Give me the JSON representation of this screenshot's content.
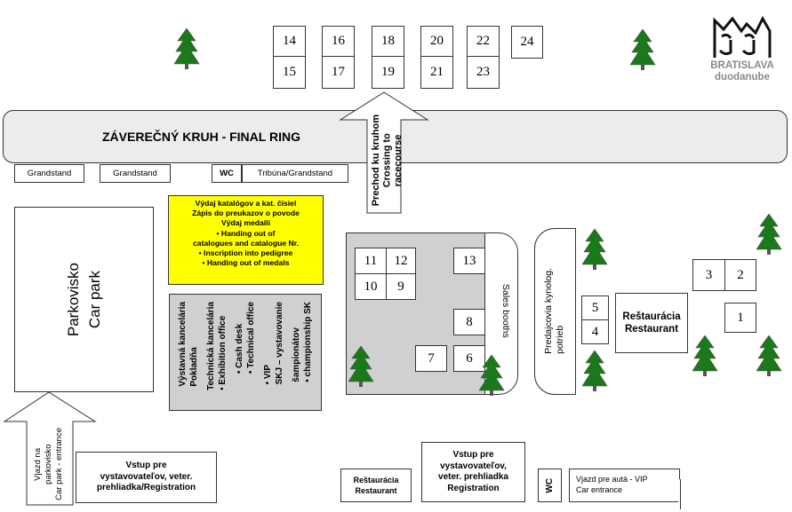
{
  "final_ring": {
    "title": "ZÁVEREČNÝ KRUH - FINAL RING"
  },
  "crossing": {
    "line1": "Prechod ku kruhom",
    "line2": "Crossing to",
    "line3": "racecourse"
  },
  "top_rings": {
    "top_row": [
      "14",
      "16",
      "18",
      "20",
      "22",
      "24"
    ],
    "bottom_row": [
      "15",
      "17",
      "19",
      "21",
      "23"
    ]
  },
  "stands": {
    "grandstand_1": "Grandstand",
    "grandstand_2": "Grandstand",
    "wc": "WC",
    "tribuna": "Tribúna/Grandstand"
  },
  "car_park": {
    "line1": "Parkovisko",
    "line2": "Car park"
  },
  "info_box": {
    "lines": [
      "Výdaj katalógov a kat. čísiel",
      "Zápis do preukazov o povode",
      "Výdaj medailí",
      "• Handing out of",
      "catalogues and catalogue Nr.",
      "• Inscription into pedigree",
      "• Handing out of medals"
    ]
  },
  "office_box": {
    "columns": [
      [
        "Výstavná kancelária",
        "Pokladňa"
      ],
      [
        "Technická kancelária",
        "• Exhibition office"
      ],
      [
        "• Cash desk",
        "• Technical office"
      ],
      [
        "• VIP",
        "SKJ – vystavovanie"
      ],
      [
        "šampionátov",
        "• championship SK"
      ]
    ]
  },
  "hall_rings": {
    "r11": "11",
    "r12": "12",
    "r10": "10",
    "r9": "9",
    "r13": "13",
    "r8": "8",
    "r7": "7",
    "r6": "6"
  },
  "sales_booths": "Sales booths",
  "predajcovia": {
    "line1": "Predajcovia kynolog.",
    "line2": "potrieb"
  },
  "right_rings": {
    "r5": "5",
    "r4": "4",
    "r3": "3",
    "r2": "2",
    "r1": "1"
  },
  "restaurant_right": {
    "line1": "Reštaurácia",
    "line2": "Restaurant"
  },
  "restaurant_bottom": {
    "line1": "Reštaurácia",
    "line2": "Restaurant"
  },
  "parking_entrance": {
    "line1": "Vjazd na",
    "line2": "parkovisko",
    "line3": "Car park - entrance"
  },
  "registration_left": {
    "line1": "Vstup pre",
    "line2": "vystavovateľov, veter.",
    "line3": "prehliadka/Registration"
  },
  "registration_mid": {
    "line1": "Vstup pre",
    "line2": "vystavovateľov,",
    "line3": "veter. prehliadka",
    "line4": "Registration"
  },
  "wc_bottom": "WC",
  "vip_entrance": {
    "line1": "Vjazd pre autá - VIP",
    "line2": "Car entrance"
  },
  "logo": {
    "line1": "BRATISLAVA",
    "line2": "duodanube"
  },
  "colors": {
    "ring": "#ececec",
    "yellow": "#ffff00",
    "grey": "#d0d0d0",
    "tree": "#1a7a1a",
    "logo_text": "#8a8a8a"
  }
}
